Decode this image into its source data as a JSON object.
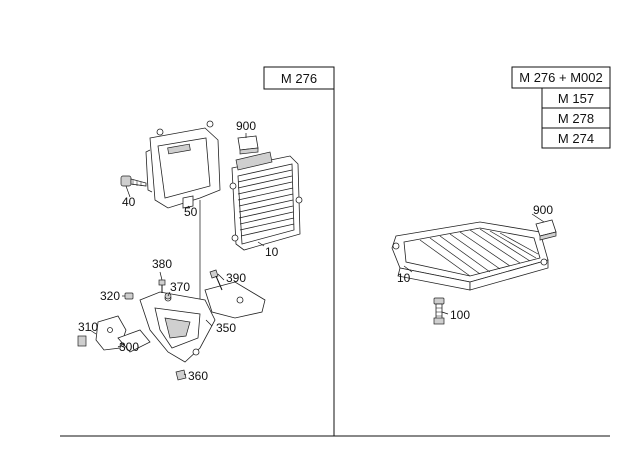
{
  "left_panel": {
    "variant_tags": [
      "M 276"
    ],
    "callouts": {
      "c900": "900",
      "c40": "40",
      "c50": "50",
      "c10": "10",
      "c380": "380",
      "c390": "390",
      "c370": "370",
      "c320": "320",
      "c310": "310",
      "c300": "300",
      "c350": "350",
      "c360": "360"
    }
  },
  "right_panel": {
    "variant_tags": [
      "M 276 + M002",
      "M 157",
      "M 278",
      "M 274"
    ],
    "callouts": {
      "c900": "900",
      "c10": "10",
      "c100": "100"
    }
  }
}
